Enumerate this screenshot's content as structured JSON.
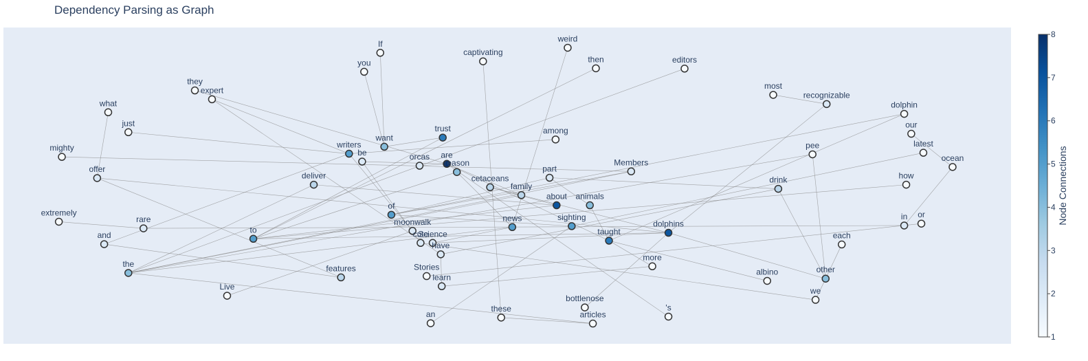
{
  "chart_data": {
    "type": "network",
    "title": "Dependency Parsing as Graph",
    "colorbar": {
      "title": "Node Connections",
      "min": 1,
      "max": 8,
      "ticks": [
        "1",
        "2",
        "3",
        "4",
        "5",
        "6",
        "7",
        "8"
      ],
      "colorscale": [
        "#f7fbff",
        "#deebf7",
        "#c6dbef",
        "#9ecae1",
        "#6baed6",
        "#4292c6",
        "#2171b5",
        "#08519c",
        "#08306b"
      ]
    },
    "xlim": [
      0,
      100
    ],
    "ylim": [
      0,
      100
    ],
    "nodes": [
      {
        "id": "If",
        "x": 37.4,
        "y": 92.0,
        "connections": 1
      },
      {
        "id": "you",
        "x": 35.8,
        "y": 86.0,
        "connections": 1
      },
      {
        "id": "captivating",
        "x": 47.6,
        "y": 89.3,
        "connections": 1
      },
      {
        "id": "weird",
        "x": 56.0,
        "y": 93.6,
        "connections": 1
      },
      {
        "id": "then",
        "x": 58.8,
        "y": 87.1,
        "connections": 1
      },
      {
        "id": "editors",
        "x": 67.6,
        "y": 87.0,
        "connections": 1
      },
      {
        "id": "they",
        "x": 19.0,
        "y": 80.1,
        "connections": 1
      },
      {
        "id": "expert",
        "x": 20.7,
        "y": 77.3,
        "connections": 1
      },
      {
        "id": "what",
        "x": 10.4,
        "y": 73.2,
        "connections": 1
      },
      {
        "id": "most",
        "x": 76.4,
        "y": 78.7,
        "connections": 1
      },
      {
        "id": "recognizable",
        "x": 81.7,
        "y": 75.8,
        "connections": 2
      },
      {
        "id": "dolphin",
        "x": 89.4,
        "y": 72.7,
        "connections": 1
      },
      {
        "id": "just",
        "x": 12.4,
        "y": 66.9,
        "connections": 1
      },
      {
        "id": "our",
        "x": 90.1,
        "y": 66.4,
        "connections": 1
      },
      {
        "id": "trust",
        "x": 43.6,
        "y": 65.2,
        "connections": 6
      },
      {
        "id": "want",
        "x": 37.8,
        "y": 62.3,
        "connections": 4
      },
      {
        "id": "among",
        "x": 54.8,
        "y": 64.6,
        "connections": 1
      },
      {
        "id": "writers",
        "x": 34.3,
        "y": 60.1,
        "connections": 5
      },
      {
        "id": "latest",
        "x": 91.3,
        "y": 60.4,
        "connections": 1
      },
      {
        "id": "pee",
        "x": 80.3,
        "y": 59.9,
        "connections": 1
      },
      {
        "id": "mighty",
        "x": 5.8,
        "y": 59.1,
        "connections": 1
      },
      {
        "id": "be",
        "x": 35.6,
        "y": 57.6,
        "connections": 2
      },
      {
        "id": "ocean",
        "x": 94.2,
        "y": 55.9,
        "connections": 1
      },
      {
        "id": "are",
        "x": 44.0,
        "y": 56.9,
        "connections": 8
      },
      {
        "id": "orcas",
        "x": 41.3,
        "y": 56.3,
        "connections": 2
      },
      {
        "id": "offer",
        "x": 9.3,
        "y": 52.4,
        "connections": 2
      },
      {
        "id": "reason",
        "x": 45.0,
        "y": 54.3,
        "connections": 4
      },
      {
        "id": "Members",
        "x": 62.3,
        "y": 54.5,
        "connections": 2
      },
      {
        "id": "part",
        "x": 54.2,
        "y": 52.5,
        "connections": 2
      },
      {
        "id": "deliver",
        "x": 30.8,
        "y": 50.3,
        "connections": 3
      },
      {
        "id": "cetaceans",
        "x": 48.3,
        "y": 49.5,
        "connections": 3
      },
      {
        "id": "how",
        "x": 89.6,
        "y": 50.3,
        "connections": 1
      },
      {
        "id": "drink",
        "x": 76.9,
        "y": 49.0,
        "connections": 3
      },
      {
        "id": "family",
        "x": 51.4,
        "y": 47.0,
        "connections": 3
      },
      {
        "id": "about",
        "x": 54.9,
        "y": 43.8,
        "connections": 7
      },
      {
        "id": "animals",
        "x": 58.2,
        "y": 43.8,
        "connections": 4
      },
      {
        "id": "of",
        "x": 38.5,
        "y": 40.8,
        "connections": 5
      },
      {
        "id": "extremely",
        "x": 5.5,
        "y": 38.6,
        "connections": 1
      },
      {
        "id": "sighting",
        "x": 56.4,
        "y": 37.2,
        "connections": 5
      },
      {
        "id": "rare",
        "x": 13.9,
        "y": 36.5,
        "connections": 2
      },
      {
        "id": "in",
        "x": 89.4,
        "y": 37.4,
        "connections": 2
      },
      {
        "id": "or",
        "x": 91.1,
        "y": 38.0,
        "connections": 1
      },
      {
        "id": "news",
        "x": 50.5,
        "y": 36.9,
        "connections": 5
      },
      {
        "id": "moonwalk",
        "x": 40.6,
        "y": 35.7,
        "connections": 2
      },
      {
        "id": "to",
        "x": 24.8,
        "y": 33.2,
        "connections": 5
      },
      {
        "id": "dolphins",
        "x": 66.0,
        "y": 35.1,
        "connections": 7
      },
      {
        "id": "taught",
        "x": 60.1,
        "y": 32.6,
        "connections": 6
      },
      {
        "id": "and",
        "x": 10.0,
        "y": 31.5,
        "connections": 2
      },
      {
        "id": "cute",
        "x": 41.4,
        "y": 31.9,
        "connections": 2
      },
      {
        "id": "Science",
        "x": 42.6,
        "y": 31.9,
        "connections": 2
      },
      {
        "id": "each",
        "x": 83.2,
        "y": 31.4,
        "connections": 1
      },
      {
        "id": "have",
        "x": 43.4,
        "y": 28.3,
        "connections": 2
      },
      {
        "id": "more",
        "x": 64.4,
        "y": 24.5,
        "connections": 1
      },
      {
        "id": "the",
        "x": 12.4,
        "y": 22.4,
        "connections": 4
      },
      {
        "id": "features",
        "x": 33.5,
        "y": 21.0,
        "connections": 3
      },
      {
        "id": "Stories",
        "x": 42.0,
        "y": 21.4,
        "connections": 1
      },
      {
        "id": "other",
        "x": 81.6,
        "y": 20.6,
        "connections": 4
      },
      {
        "id": "albino",
        "x": 75.8,
        "y": 19.9,
        "connections": 1
      },
      {
        "id": "learn",
        "x": 43.5,
        "y": 18.2,
        "connections": 2
      },
      {
        "id": "Live",
        "x": 22.2,
        "y": 15.2,
        "connections": 1
      },
      {
        "id": "we",
        "x": 80.6,
        "y": 13.9,
        "connections": 1
      },
      {
        "id": "bottlenose",
        "x": 57.7,
        "y": 11.5,
        "connections": 1
      },
      {
        "id": "these",
        "x": 49.4,
        "y": 8.3,
        "connections": 1
      },
      {
        "id": "'s",
        "x": 66.0,
        "y": 8.6,
        "connections": 1
      },
      {
        "id": "an",
        "x": 42.4,
        "y": 6.5,
        "connections": 1
      },
      {
        "id": "articles",
        "x": 58.5,
        "y": 6.4,
        "connections": 1
      }
    ],
    "edges": [
      [
        "If",
        "want"
      ],
      [
        "you",
        "want"
      ],
      [
        "captivating",
        "these"
      ],
      [
        "weird",
        "news"
      ],
      [
        "then",
        "to"
      ],
      [
        "editors",
        "the"
      ],
      [
        "they",
        "are"
      ],
      [
        "expert",
        "writers"
      ],
      [
        "expert",
        "have"
      ],
      [
        "what",
        "offer"
      ],
      [
        "most",
        "recognizable"
      ],
      [
        "recognizable",
        "dolphins"
      ],
      [
        "dolphin",
        "taught"
      ],
      [
        "dolphin",
        "of"
      ],
      [
        "just",
        "writers"
      ],
      [
        "our",
        "ocean"
      ],
      [
        "latest",
        "sighting"
      ],
      [
        "pee",
        "other"
      ],
      [
        "pee",
        "the"
      ],
      [
        "mighty",
        "Members"
      ],
      [
        "ocean",
        "in"
      ],
      [
        "trust",
        "to"
      ],
      [
        "trust",
        "want"
      ],
      [
        "among",
        "writers"
      ],
      [
        "writers",
        "moonwalk"
      ],
      [
        "writers",
        "and"
      ],
      [
        "be",
        "are"
      ],
      [
        "be",
        "cute"
      ],
      [
        "are",
        "family"
      ],
      [
        "are",
        "taught"
      ],
      [
        "are",
        "'s"
      ],
      [
        "orcas",
        "are"
      ],
      [
        "offer",
        "features"
      ],
      [
        "offer",
        "dolphins"
      ],
      [
        "reason",
        "news"
      ],
      [
        "reason",
        "to"
      ],
      [
        "Members",
        "of"
      ],
      [
        "Members",
        "the"
      ],
      [
        "part",
        "of"
      ],
      [
        "part",
        "drink"
      ],
      [
        "deliver",
        "about"
      ],
      [
        "deliver",
        "the"
      ],
      [
        "cetaceans",
        "family"
      ],
      [
        "how",
        "to"
      ],
      [
        "drink",
        "other"
      ],
      [
        "drink",
        "have"
      ],
      [
        "family",
        "the"
      ],
      [
        "family",
        "dolphins"
      ],
      [
        "about",
        "cetaceans"
      ],
      [
        "about",
        "to"
      ],
      [
        "animals",
        "part"
      ],
      [
        "animals",
        "taught"
      ],
      [
        "extremely",
        "rare"
      ],
      [
        "rare",
        "in"
      ],
      [
        "sighting",
        "of"
      ],
      [
        "sighting",
        "an"
      ],
      [
        "or",
        "Stories"
      ],
      [
        "news",
        "Science"
      ],
      [
        "news",
        "the"
      ],
      [
        "moonwalk",
        "Live"
      ],
      [
        "to",
        "dolphins"
      ],
      [
        "dolphins",
        "other"
      ],
      [
        "dolphins",
        "bottlenose"
      ],
      [
        "dolphins",
        "Science"
      ],
      [
        "taught",
        "albino"
      ],
      [
        "taught",
        "more"
      ],
      [
        "and",
        "features"
      ],
      [
        "each",
        "other"
      ],
      [
        "have",
        "learn"
      ],
      [
        "more",
        "learn"
      ],
      [
        "other",
        "we"
      ],
      [
        "we",
        "cute"
      ],
      [
        "these",
        "articles"
      ],
      [
        "the",
        "articles"
      ]
    ]
  }
}
